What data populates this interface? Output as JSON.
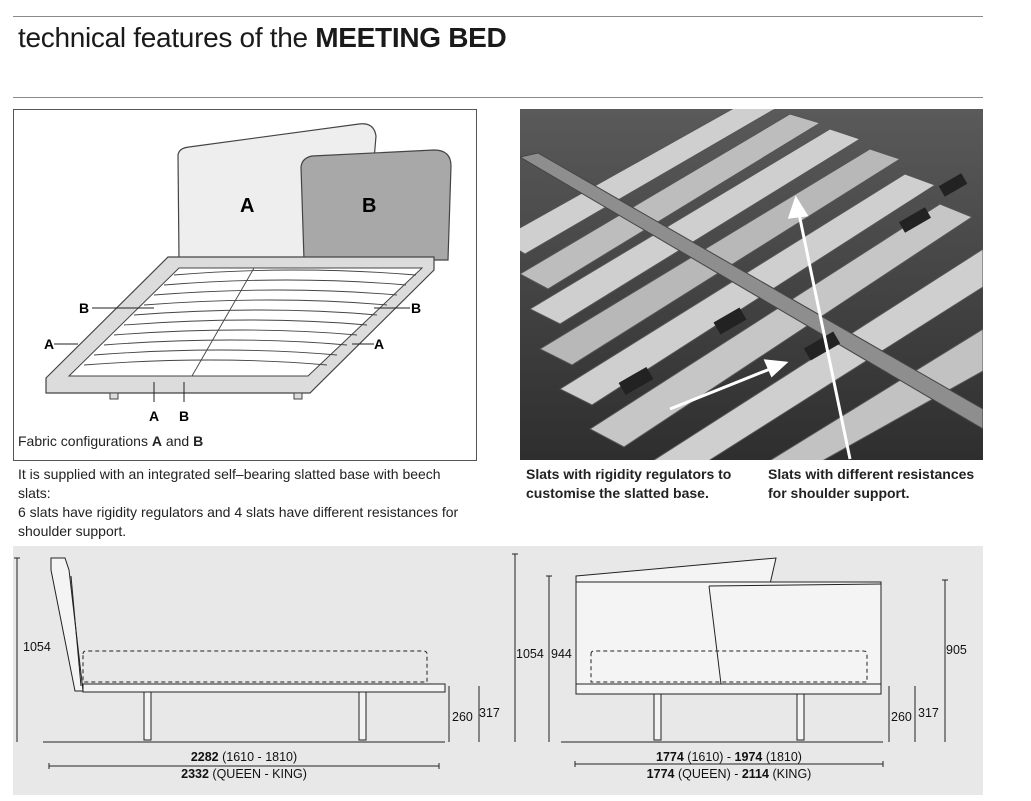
{
  "header": {
    "title_prefix": "technical features of the ",
    "title_bold": "MEETING BED"
  },
  "diagram": {
    "panel_label_a": "A",
    "panel_label_b": "B",
    "callout_a": "A",
    "callout_b": "B",
    "caption_prefix": "Fabric configurations ",
    "caption_a": "A",
    "caption_and": " and ",
    "caption_b": "B"
  },
  "description": {
    "line1": "It is supplied with an integrated self–bearing slatted base with beech",
    "line2": "slats:",
    "line3": "6 slats have rigidity regulators and 4 slats have different resistances for",
    "line4": "shoulder support."
  },
  "photo_captions": {
    "left_line1": "Slats with rigidity regulators to",
    "left_line2": "customise the slatted base.",
    "right_line1": "Slats with different resistances",
    "right_line2": "for shoulder support."
  },
  "dimensions": {
    "side": {
      "height_headboard": "1054",
      "height_frame": "260",
      "height_total_frame": "317",
      "length_line1_bold": "2282",
      "length_line1_rest": " (1610 - 1810)",
      "length_line2_bold": "2332",
      "length_line2_rest": " (QUEEN - KING)"
    },
    "front": {
      "height_outer": "1054",
      "height_inner": "944",
      "height_right": "905",
      "height_frame": "260",
      "height_total_frame": "317",
      "width_line1_bold_a": "1774",
      "width_line1_mid": " (1610) - ",
      "width_line1_bold_b": "1974",
      "width_line1_end": " (1810)",
      "width_line2_bold_a": "1774",
      "width_line2_mid": " (QUEEN) - ",
      "width_line2_bold_b": "2114",
      "width_line2_end": " (KING)"
    }
  }
}
